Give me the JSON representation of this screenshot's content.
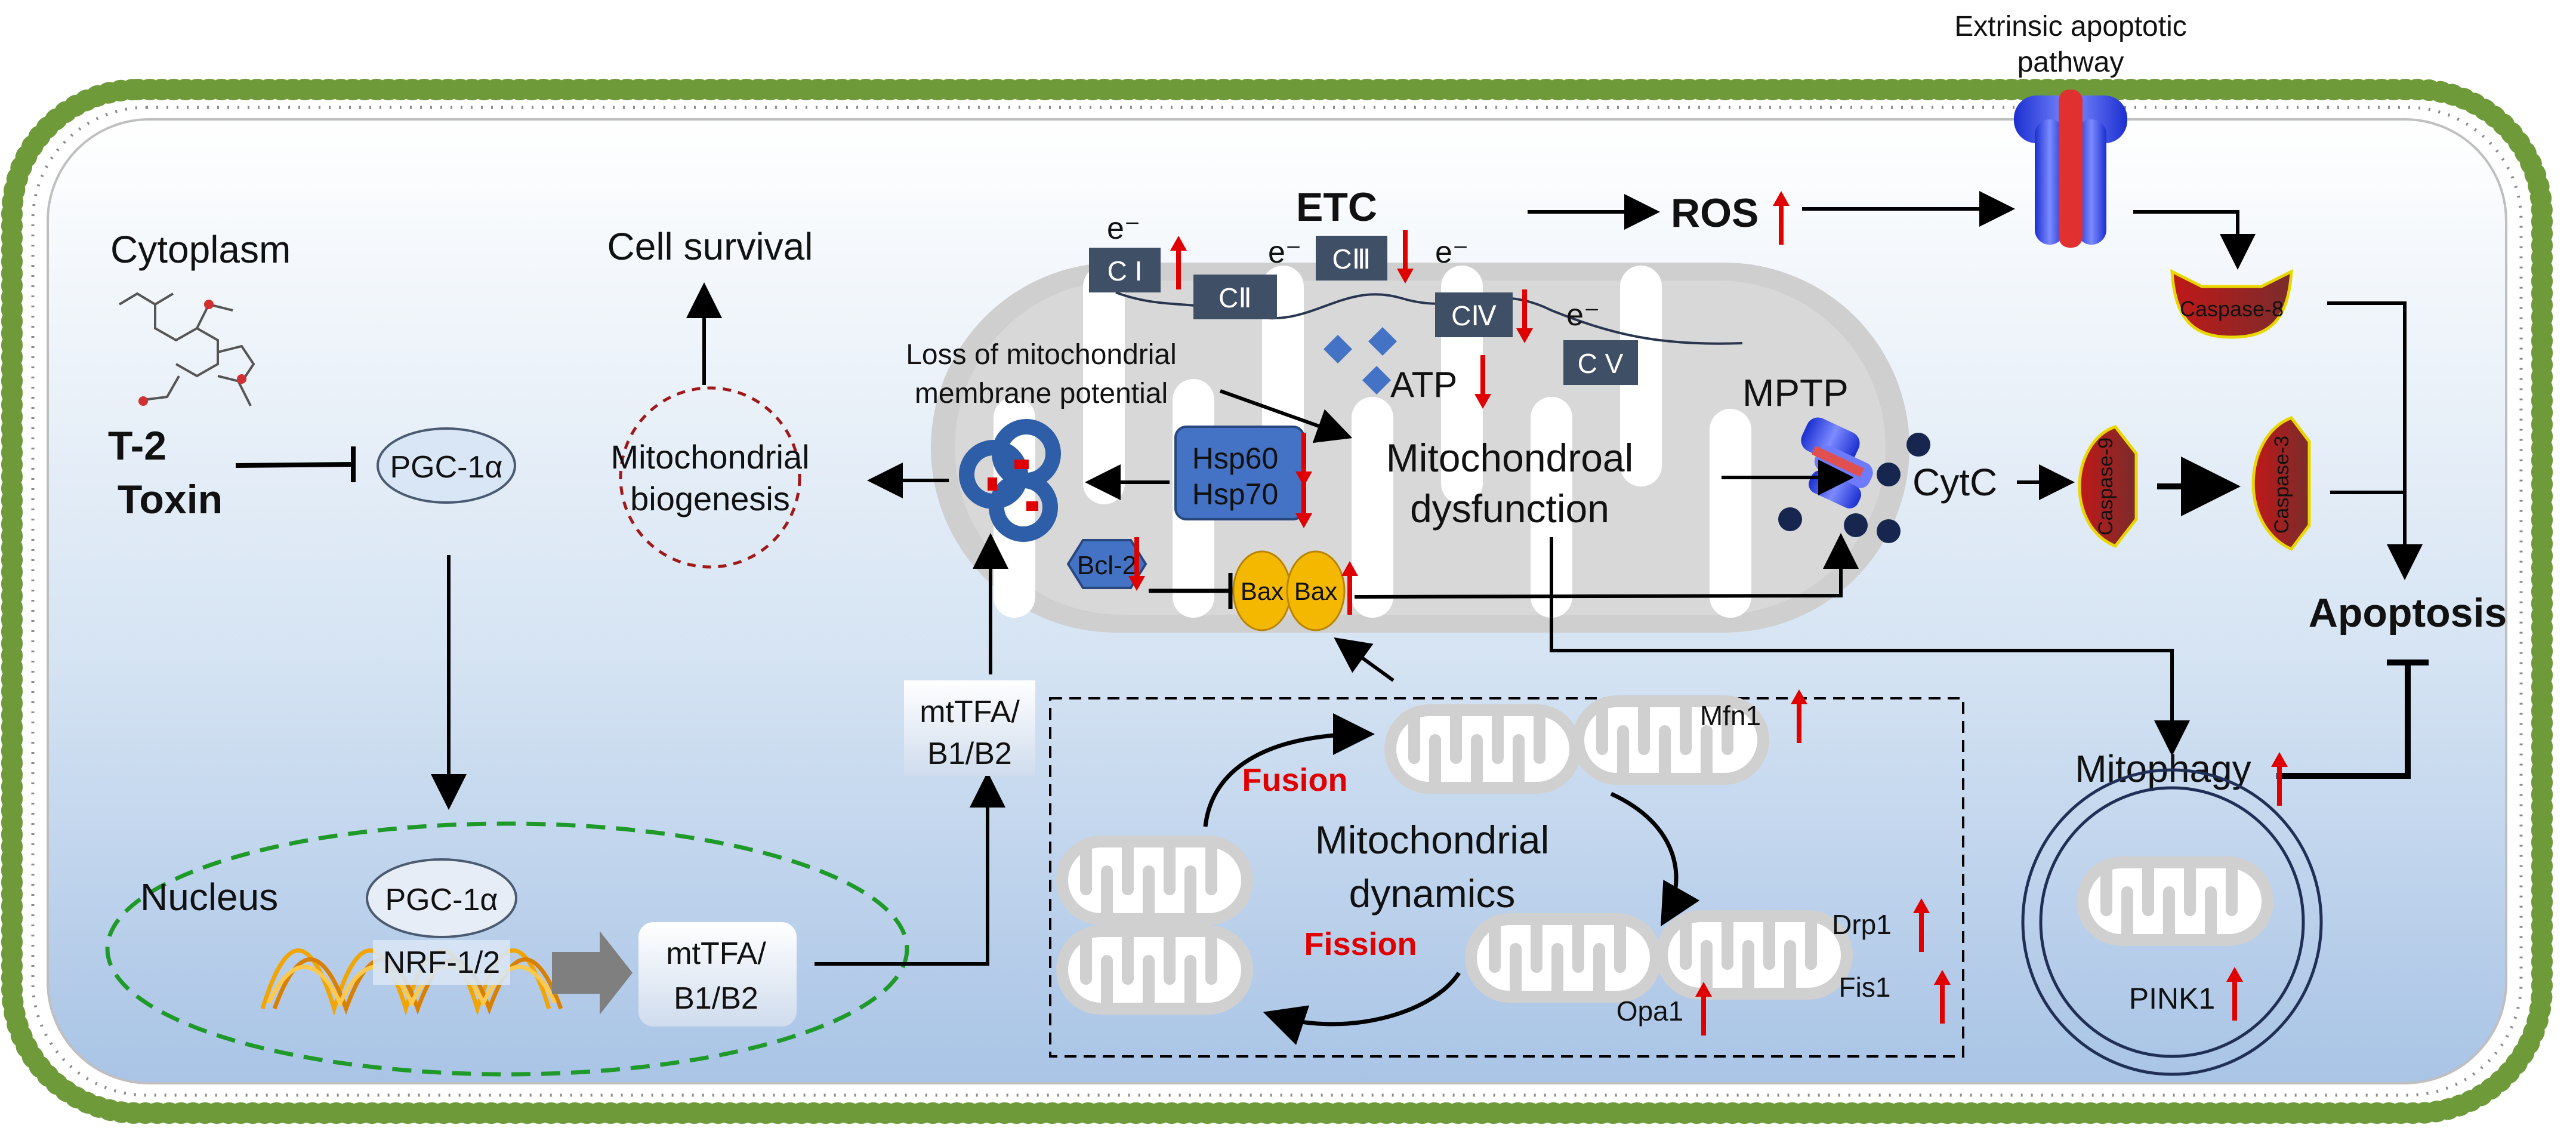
{
  "labels": {
    "cytoplasm": "Cytoplasm",
    "t2_line1": "T-2",
    "t2_line2": "Toxin",
    "pgc_cyto": "PGC-1α",
    "cell_survival": "Cell survival",
    "biogenesis_line1": "Mitochondrial",
    "biogenesis_line2": "biogenesis",
    "loss_line1": "Loss of mitochondrial",
    "loss_line2": "membrane potential",
    "etc": "ETC",
    "ci": "C I",
    "cii": "CⅡ",
    "ciii": "CⅢ",
    "civ": "CⅣ",
    "cv": "C V",
    "electron": "e⁻",
    "atp": "ATP",
    "hsp60": "Hsp60",
    "hsp70": "Hsp70",
    "dysfunction_line1": "Mitochondroal",
    "dysfunction_line2": "dysfunction",
    "bcl2": "Bcl-2",
    "bax": "Bax",
    "ros": "ROS",
    "extrinsic_line1": "Extrinsic apoptotic",
    "extrinsic_line2": "pathway",
    "mptp": "MPTP",
    "cytc": "CytC",
    "caspase8": "Caspase-8",
    "caspase9": "Caspase-9",
    "caspase3": "Caspase-3",
    "apoptosis": "Apoptosis",
    "mitophagy": "Mitophagy",
    "pink1": "PINK1",
    "nucleus": "Nucleus",
    "pgc_nuc": "PGC-1α",
    "nrf": "NRF-1/2",
    "mttfa_line1": "mtTFA/",
    "mttfa_line2": "B1/B2",
    "mfn1": "Mfn1",
    "fusion": "Fusion",
    "fission": "Fission",
    "dynamics_line1": "Mitochondrial",
    "dynamics_line2": "dynamics",
    "drp1": "Drp1",
    "fis1": "Fis1",
    "opa1": "Opa1"
  },
  "regulation": {
    "ci": "up",
    "ciii": "down",
    "civ": "down",
    "atp": "down",
    "hsp60": "down",
    "hsp70": "down",
    "bcl2": "down",
    "bax": "up",
    "ros": "up",
    "mfn1": "up",
    "drp1": "up",
    "fis1": "up",
    "opa1": "up",
    "mitophagy": "up",
    "pink1": "up"
  },
  "colors": {
    "arrow_up_down": "#e00000",
    "etc_complex": "#3f4f66",
    "membrane_bead": "#6f9a3a",
    "protein_blue": "#4472c4",
    "bax_yellow": "#f5b800",
    "caspase_red": "#d4202a",
    "nucleus_border": "#1f9a2a"
  }
}
